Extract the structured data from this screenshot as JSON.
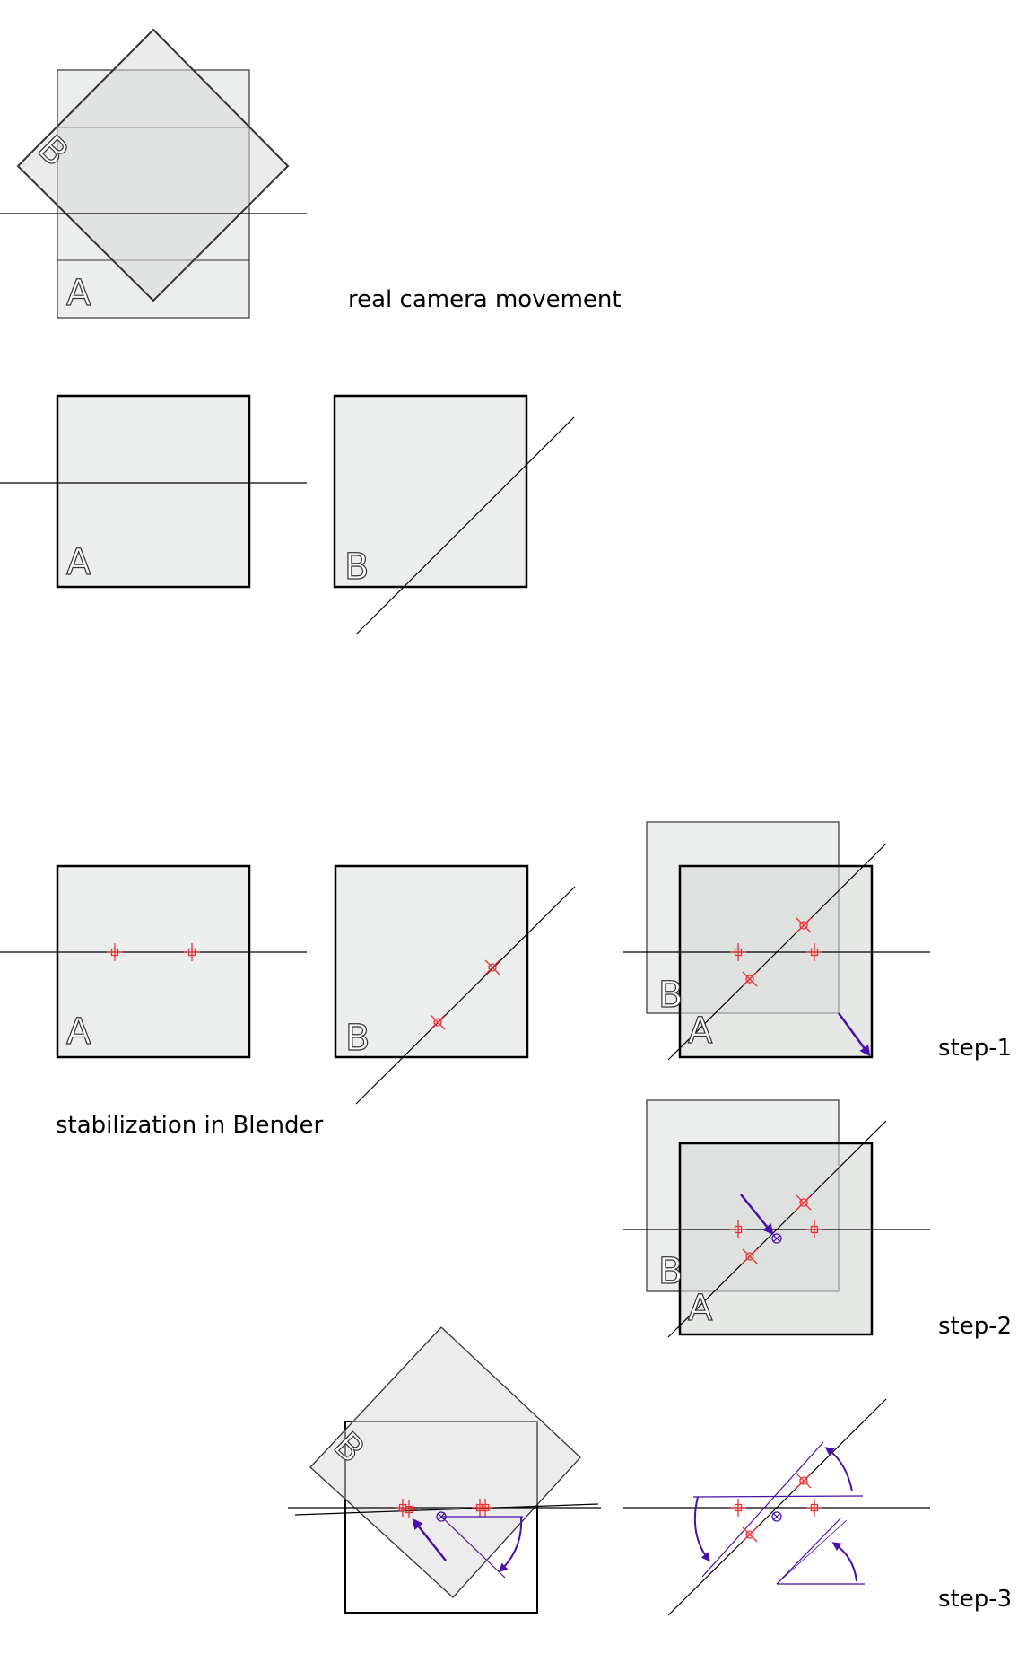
{
  "labels": {
    "real_camera_movement": "real camera movement",
    "stabilization_in_blender": "stabilization in Blender",
    "step1": "step-1",
    "step2": "step-2",
    "step3": "step-3"
  },
  "frame_letters": {
    "a": "A",
    "b": "B"
  },
  "colors": {
    "frame_fill": "#eceeed",
    "frame_overlap": "#dcdddc",
    "frame_stroke": "#000000",
    "marker": "#e83030",
    "arrow": "#4a0fa8"
  }
}
